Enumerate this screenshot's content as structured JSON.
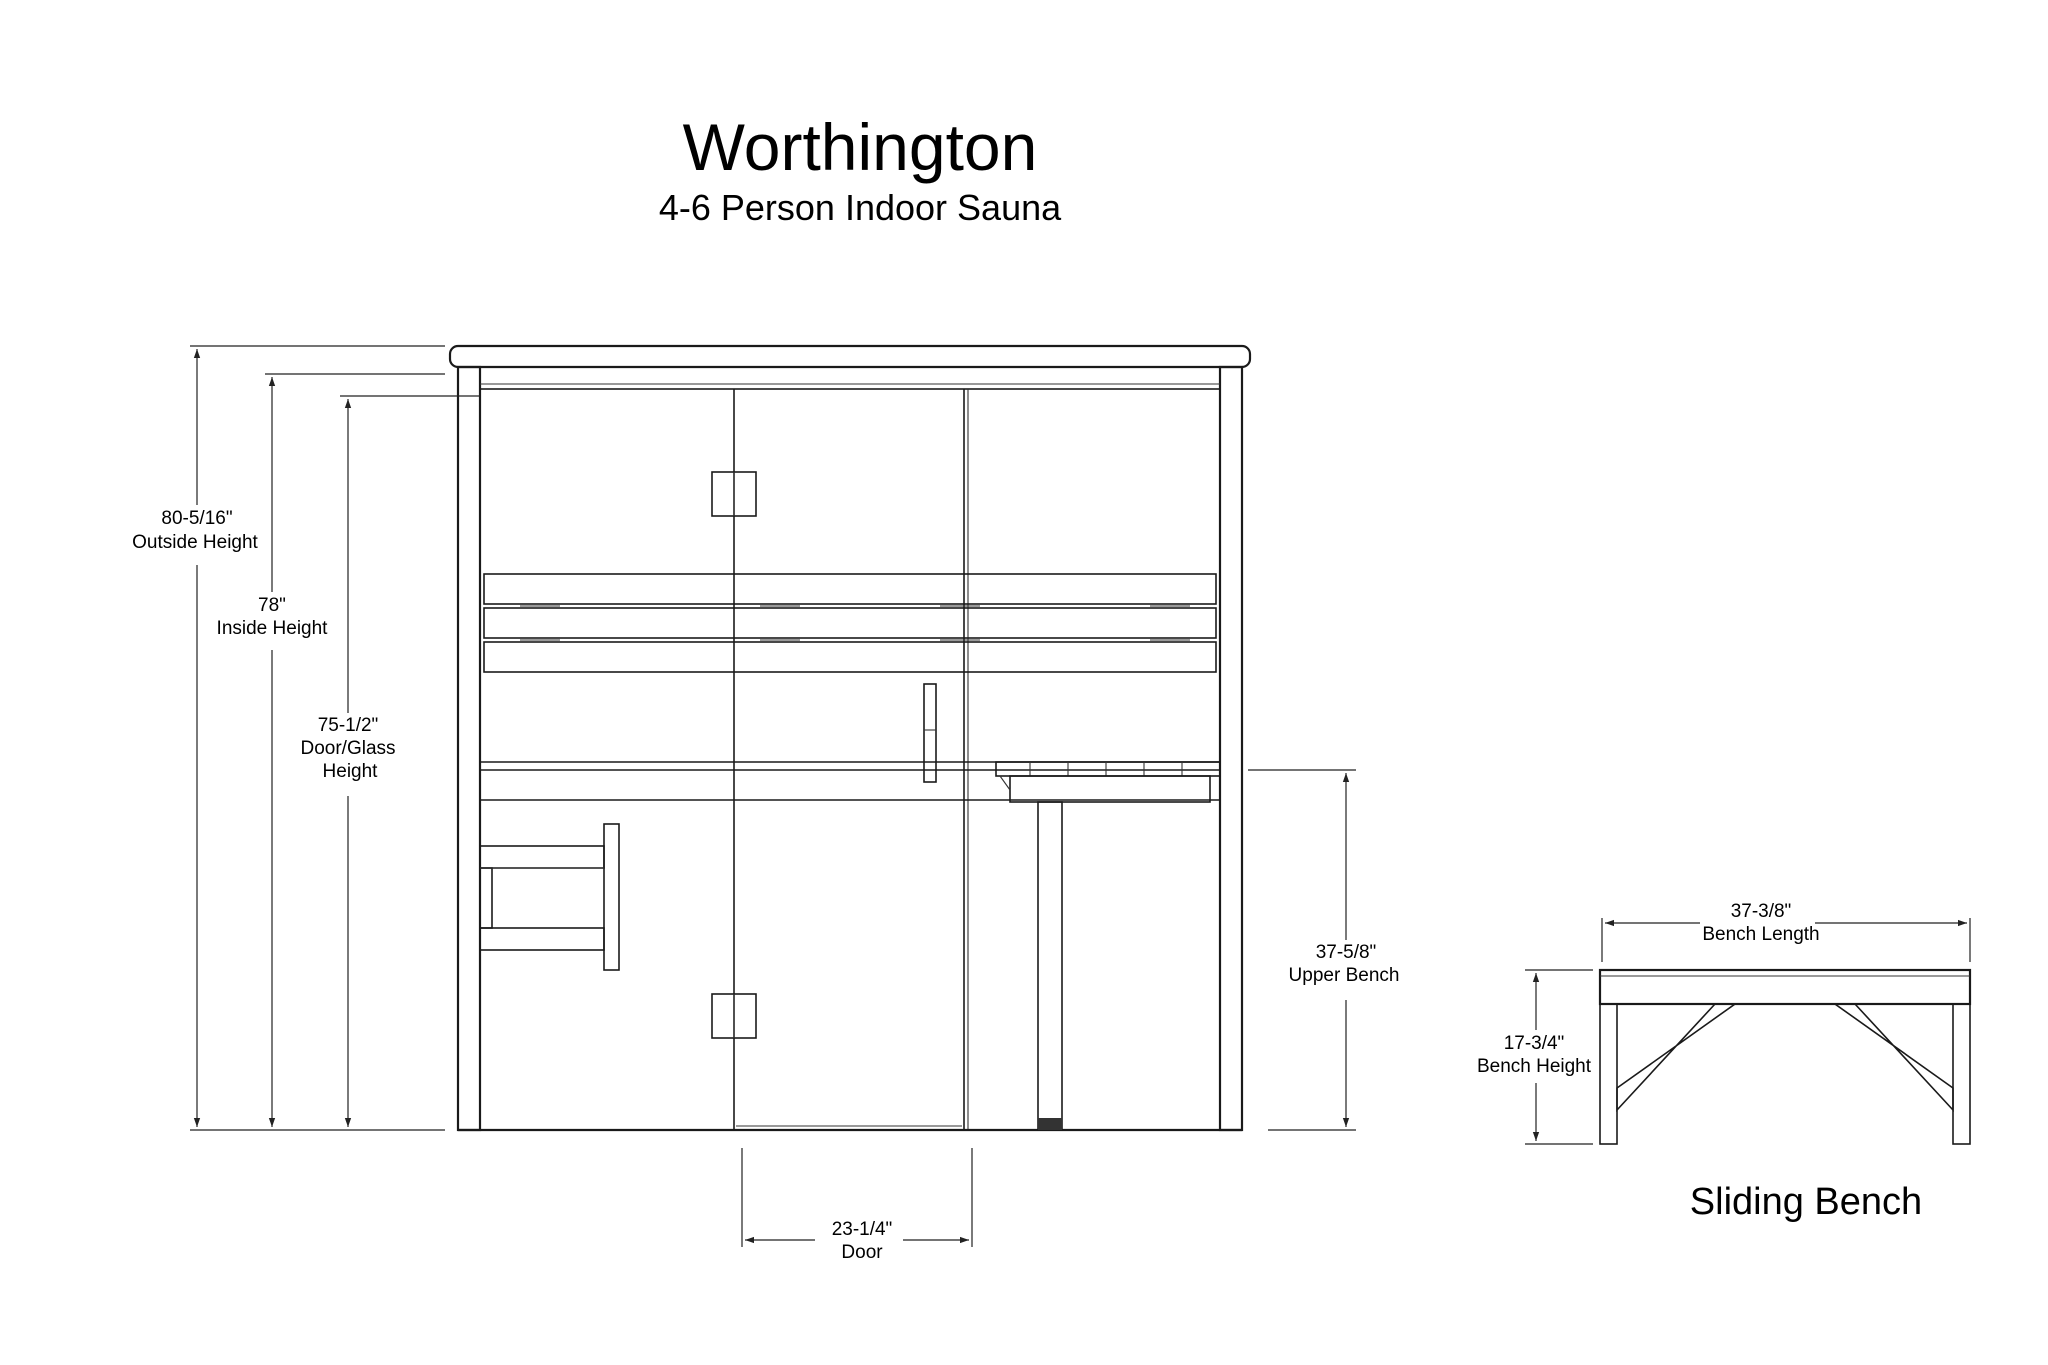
{
  "title": "Worthington",
  "subtitle": "4-6 Person Indoor Sauna",
  "dimensions": {
    "outside_height": {
      "value": "80-5/16\"",
      "label": "Outside Height"
    },
    "inside_height": {
      "value": "78\"",
      "label": "Inside Height"
    },
    "door_glass_height": {
      "value": "75-1/2\"",
      "label1": "Door/Glass",
      "label2": "Height"
    },
    "upper_bench": {
      "value": "37-5/8\"",
      "label": "Upper Bench"
    },
    "door_width": {
      "value": "23-1/4\"",
      "label": "Door"
    },
    "bench_length": {
      "value": "37-3/8\"",
      "label": "Bench Length"
    },
    "bench_height": {
      "value": "17-3/4\"",
      "label": "Bench Height"
    }
  },
  "sliding_bench_title": "Sliding Bench"
}
